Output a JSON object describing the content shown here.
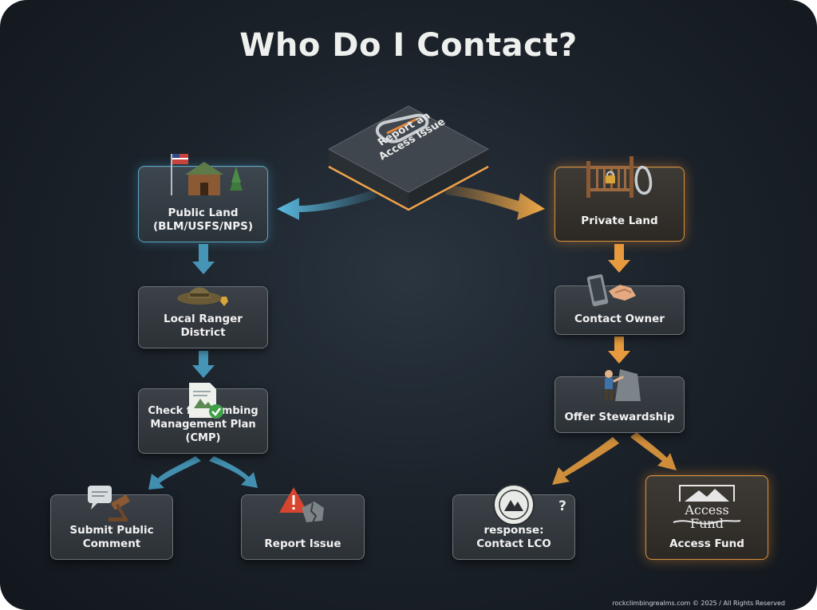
{
  "title": "Who Do I Contact?",
  "hub": {
    "label": "Report an Access Issue",
    "icon": "carabiner-icon"
  },
  "left_branch": {
    "nodes": [
      {
        "id": "public-land",
        "label": "Public Land (BLM/USFS/NPS)",
        "icon": "ranger-station-icon"
      },
      {
        "id": "local-ranger",
        "label": "Local Ranger District",
        "icon": "ranger-hat-icon"
      },
      {
        "id": "check-cmp",
        "label": "Check for Climbing Management Plan (CMP)",
        "icon": "document-check-icon"
      },
      {
        "id": "submit-comment",
        "label": "Submit Public Comment",
        "icon": "comment-gavel-icon"
      },
      {
        "id": "report-issue",
        "label": "Report Issue",
        "icon": "warning-rock-icon"
      }
    ]
  },
  "right_branch": {
    "nodes": [
      {
        "id": "private-land",
        "label": "Private Land",
        "icon": "locked-gate-icon"
      },
      {
        "id": "contact-owner",
        "label": "Contact Owner",
        "icon": "phone-handshake-icon"
      },
      {
        "id": "offer-stewardship",
        "label": "Offer Stewardship",
        "icon": "climber-rock-icon"
      },
      {
        "id": "contact-lco",
        "label": "If no response: Contact LCO",
        "icon": "lco-seal-icon",
        "badge": "?"
      },
      {
        "id": "access-fund",
        "label": "Access Fund",
        "icon": "access-fund-logo",
        "logo_text": "Access Fund"
      }
    ]
  },
  "colors": {
    "public": "#4fa9cf",
    "private": "#e39a3e",
    "background": "#1c232b"
  },
  "footer": "rockclimbingrealms.com © 2025 / All Rights Reserved"
}
